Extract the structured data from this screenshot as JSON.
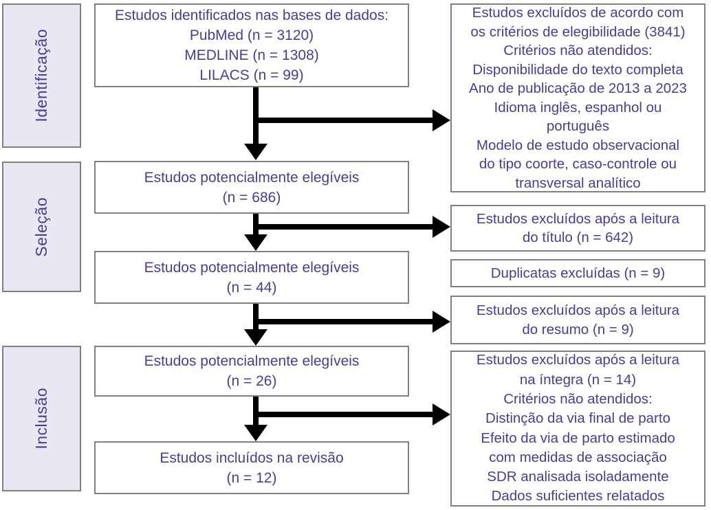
{
  "diagram": {
    "type": "prisma-flow",
    "language": "pt-BR",
    "colors": {
      "text": "#4b3b97",
      "box_border": "#7f7f7f",
      "stage_fill": "#eae7f3",
      "box_fill": "#ffffff",
      "arrow": "#000000",
      "background": "#ffffff"
    },
    "stages": [
      {
        "label": "Identificação"
      },
      {
        "label": "Seleção"
      },
      {
        "label": "Inclusão"
      }
    ],
    "boxes": {
      "identified": {
        "lines": [
          "Estudos identificados nas bases de dados:",
          "PubMed (n = 3120)",
          "MEDLINE (n = 1308)",
          "LILACS (n = 99)"
        ]
      },
      "excluded_eligibility": {
        "lines": [
          "Estudos excluídos de acordo com",
          "os critérios de elegibilidade (3841)",
          "Critérios não atendidos:",
          "Disponibilidade do texto completa",
          "Ano de publicação de 2013 a 2023",
          "Idioma inglês, espanhol ou",
          "português",
          "Modelo de estudo observacional",
          "do tipo coorte, caso-controle ou",
          "transversal analítico"
        ]
      },
      "eligible_686": {
        "lines": [
          "Estudos potencialmente elegíveis",
          "(n = 686)"
        ]
      },
      "excluded_title": {
        "lines": [
          "Estudos excluídos após a leitura",
          "do título (n = 642)"
        ]
      },
      "eligible_44": {
        "lines": [
          "Estudos potencialmente elegíveis",
          "(n = 44)"
        ]
      },
      "duplicates": {
        "lines": [
          "Duplicatas excluídas (n = 9)"
        ]
      },
      "excluded_abstract": {
        "lines": [
          "Estudos excluídos após a leitura",
          "do resumo (n = 9)"
        ]
      },
      "eligible_26": {
        "lines": [
          "Estudos potencialmente elegíveis",
          "(n = 26)"
        ]
      },
      "excluded_fulltext": {
        "lines": [
          "Estudos excluídos após a leitura",
          "na íntegra (n = 14)",
          "Critérios não atendidos:",
          "Distinção da via final de parto",
          "Efeito da via de parto estimado",
          "com medidas de associação",
          "SDR analisada isoladamente",
          "Dados suficientes relatados"
        ]
      },
      "included": {
        "lines": [
          "Estudos incluídos na revisão",
          "(n = 12)"
        ]
      }
    }
  }
}
